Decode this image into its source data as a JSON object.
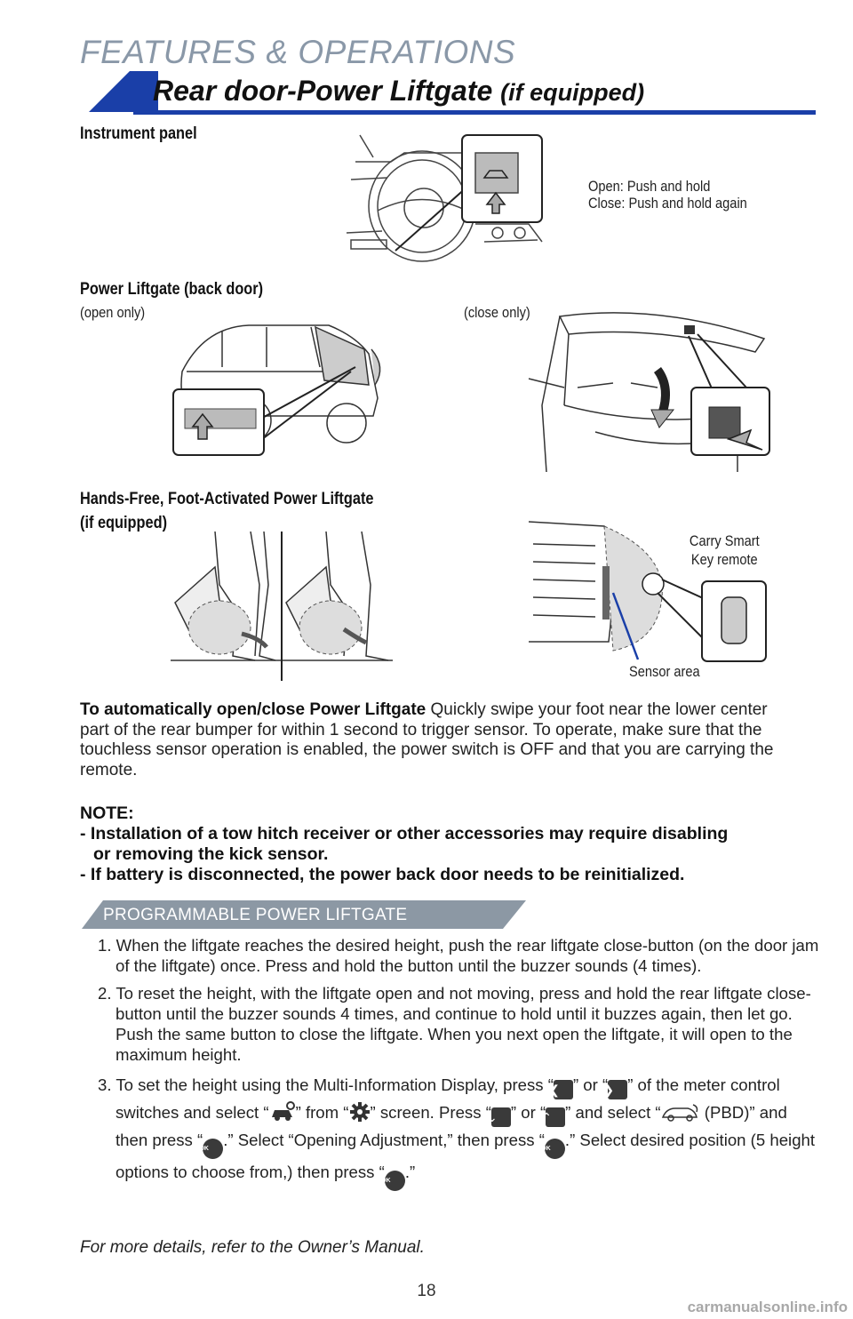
{
  "header": {
    "section": "FEATURES & OPERATIONS",
    "title": "Rear door-Power Liftgate",
    "title_suffix": "(if equipped)"
  },
  "instrument_panel": {
    "heading": "Instrument panel",
    "open_text": "Open: Push and hold",
    "close_text": "Close: Push and hold again"
  },
  "power_liftgate": {
    "heading": "Power Liftgate (back door)",
    "open_only": "(open only)",
    "close_only": "(close only)"
  },
  "hands_free": {
    "heading_line1": "Hands-Free, Foot-Activated Power Liftgate",
    "heading_line2": "(if equipped)",
    "carry_line1": "Carry Smart",
    "carry_line2": "Key remote",
    "sensor_area": "Sensor area"
  },
  "auto_open": {
    "lead": "To automatically open/close Power Liftgate",
    "text": " Quickly swipe your foot near the lower center part of the rear bumper for within 1 second to trigger sensor. To operate, make sure that the touchless sensor operation is enabled, the power switch is OFF and that you are carrying the remote."
  },
  "note": {
    "title": "NOTE:",
    "line1": "- Installation of a tow hitch receiver or other accessories may require disabling",
    "line1b": "or removing the kick sensor.",
    "line2": "- If battery is disconnected, the power back door needs to be reinitialized."
  },
  "programmable": {
    "tab_label": "PROGRAMMABLE POWER LIFTGATE",
    "step1": "1. When the liftgate reaches the desired height, push the rear liftgate close-button (on the door jam of the liftgate) once. Press and hold the button until the buzzer sounds (4 times).",
    "step2": "2. To reset the height, with the liftgate open and not moving, press and hold the rear liftgate close-button until the buzzer sounds 4 times, and continue to hold until it buzzes again, then let go. Push the same button to close the liftgate. When you next open the liftgate, it will open to the maximum height.",
    "step3_a": "3. To set the height using the Multi-Information Display, press “",
    "step3_b": "” or “",
    "step3_c": "” of the meter control switches and select “",
    "step3_d": "” from “",
    "step3_e": "” screen. Press “",
    "step3_f": "” or “",
    "step3_g": "” and select “",
    "step3_h": " (PBD)” and then press “",
    "step3_i": ".” Select “Opening Adjustment,” then press “",
    "step3_j": ".” Select desired position (5 height options to choose from,) then press “",
    "step3_k": ".”",
    "ok_label": "OK"
  },
  "footer": {
    "reference": "For more details, refer to the Owner’s Manual.",
    "page_number": "18",
    "watermark": "carmanualsonline.info"
  }
}
